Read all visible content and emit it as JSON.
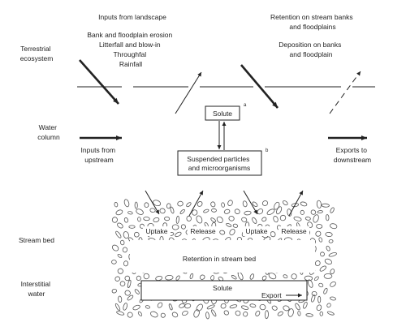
{
  "zones": {
    "terrestrial": "Terrestrial\necosystem",
    "water": "Water\ncolumn",
    "stream_bed": "Stream bed",
    "interstitial": "Interstitial\nwater"
  },
  "inputs_from_landscape": {
    "title": "Inputs from landscape",
    "lines": [
      "Bank and floodplain erosion",
      "Litterfall and blow-in",
      "Throughfal",
      "Rainfall"
    ]
  },
  "retention_banks": {
    "title": "Retention on stream banks\nand floodplains",
    "sub": "Deposition on banks\nand floodplain"
  },
  "inputs_upstream": "Inputs from\nupstream",
  "exports_downstream": "Exports to\ndownstream",
  "solute_box": {
    "label": "Solute",
    "marker": "a"
  },
  "particles_box": {
    "label": "Suspended particles\nand microorganisms",
    "marker": "b"
  },
  "stream_bed_labels": [
    "Uptake",
    "Release",
    "Uptake",
    "Release"
  ],
  "retention_stream_bed": "Retention in stream bed",
  "interstitial_box": {
    "label": "Solute",
    "export": "Export"
  }
}
